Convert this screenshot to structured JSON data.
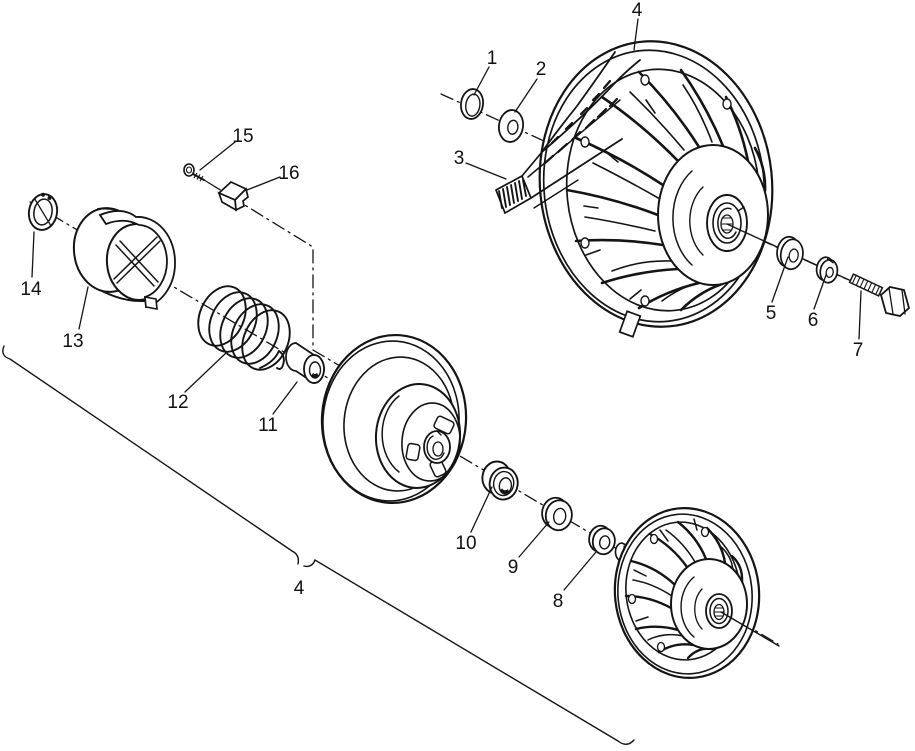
{
  "figure": {
    "background": "#ffffff",
    "ink": "#141414"
  },
  "callouts": [
    {
      "id": "1",
      "text": "1"
    },
    {
      "id": "2",
      "text": "2"
    },
    {
      "id": "3",
      "text": "3"
    },
    {
      "id": "4-top",
      "text": "4"
    },
    {
      "id": "5",
      "text": "5"
    },
    {
      "id": "6",
      "text": "6"
    },
    {
      "id": "7",
      "text": "7"
    },
    {
      "id": "8",
      "text": "8"
    },
    {
      "id": "9",
      "text": "9"
    },
    {
      "id": "10",
      "text": "10"
    },
    {
      "id": "11",
      "text": "11"
    },
    {
      "id": "12",
      "text": "12"
    },
    {
      "id": "13",
      "text": "13"
    },
    {
      "id": "14",
      "text": "14"
    },
    {
      "id": "15",
      "text": "15"
    },
    {
      "id": "16",
      "text": "16"
    },
    {
      "id": "4-bottom",
      "text": "4"
    }
  ]
}
